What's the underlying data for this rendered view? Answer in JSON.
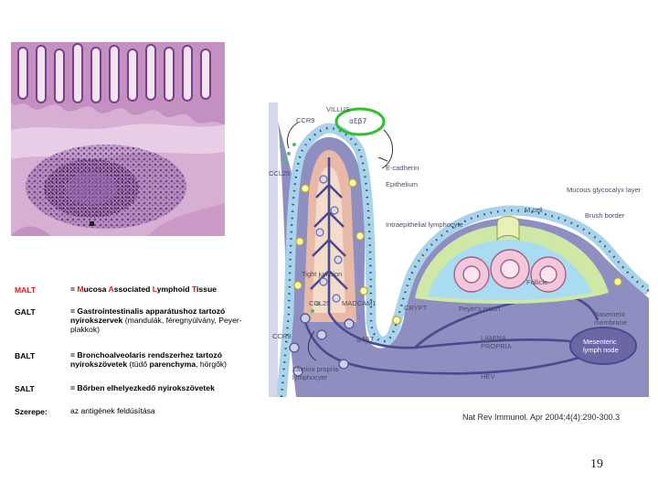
{
  "histology": {
    "colors": {
      "tissue_light": "#d9b5d6",
      "tissue_mid": "#b780b6",
      "tissue_dark": "#5b2f76",
      "lumen": "#f5eef6"
    },
    "icons": [
      "tissue-section"
    ]
  },
  "diagram": {
    "labels": {
      "villus": "VILLUS",
      "ccr9_top": "CCR9",
      "alpha_e_beta7": "αEβ7",
      "ccl25_top": "CCL25",
      "e_cadherin": "E-cadherin",
      "epithelium": "Epithelium",
      "mucous_layer": "Mucous glycocalyx layer",
      "m_cell": "M cell",
      "brush_border": "Brush border",
      "iel": "Intraepithelial lymphocyte",
      "follicle": "Follicle",
      "tight_junction": "Tight junction",
      "ccl25_mid": "CCL25",
      "madcam1": "MADCAM1",
      "crypt": "CRYPT",
      "peyers_patch": "Peyer's patch",
      "basement_membrane": "Basement membrane",
      "ccr9_bottom": "CCR9",
      "alpha4_beta7": "α4β7",
      "lamina_propria": "LAMINA PROPRIA",
      "mesenteric_node": "Mesenteric lymph node",
      "lp_lymphocyte": "Lamina propria lymphocyte",
      "hev": "HEV"
    },
    "colors": {
      "tissue": "#8d8fbf",
      "epithelial_cell": "#9fc9e0",
      "nucleus": "#2f4d88",
      "villus_core": "#e6b8a4",
      "villus_core_inner": "#f3dcc9",
      "vessel": "#4b4a8e",
      "dome": "#cfe8a5",
      "follicle_fill": "#f5c8de",
      "iel": "#fff6a6",
      "highlight_circle": "#2fbf2f",
      "chemokine": "#58b86a"
    }
  },
  "terms": {
    "malt": {
      "abbr": "MALT",
      "eq": "= ",
      "m": "M",
      "ucosa": "ucosa ",
      "a": "A",
      "ssociated": "ssociated ",
      "l": "L",
      "ymphoid": "ymphoid ",
      "t": "T",
      "issue": "issue"
    },
    "galt": {
      "abbr": "GALT",
      "bold": "= Gastrointestinalis apparátushoz tartozó nyirokszervek",
      "normal": " (mandulák, féregnyúlvány, Peyer-plakkok)"
    },
    "balt": {
      "abbr": "BALT",
      "bold1": "= Bronchoalveolaris ",
      "bold2": "rendszerhez tartozó nyirokszövetek",
      "normal1": " (tüdő ",
      "bold3": "parenchyma",
      "normal2": ", hörgők)"
    },
    "salt": {
      "abbr": "SALT",
      "def": "= Bőrben elhelyezkedő nyirokszövetek"
    },
    "szerepe": {
      "abbr": "Szerepe:",
      "def": "az antigének feldúsítása"
    }
  },
  "citation": "Nat Rev Immunol. Apr 2004;4(4):290-300.3",
  "page_number": "19"
}
